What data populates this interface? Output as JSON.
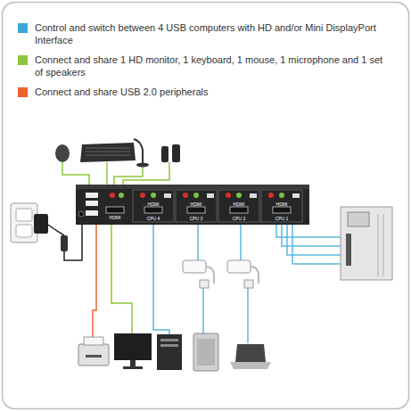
{
  "diagram": {
    "labels": [
      "HDMI",
      "HDMI",
      "CPU 4",
      "HDMI",
      "CPU 3",
      "HDMI",
      "CPU 2",
      "HDMI",
      "CPU 1"
    ],
    "legend": [
      {
        "text": "Control and switch between 4 USB computers with HD and/or Mini DisplayPort Interface",
        "color": "#3aa8d8"
      },
      {
        "text": "Connect and share 1 HD monitor, 1 keyboard, 1 mouse, 1 microphone and 1 set of speakers",
        "color": "#8cc63e"
      },
      {
        "text": "Connect and share USB 2.0 peripherals",
        "color": "#f0622c"
      }
    ]
  }
}
